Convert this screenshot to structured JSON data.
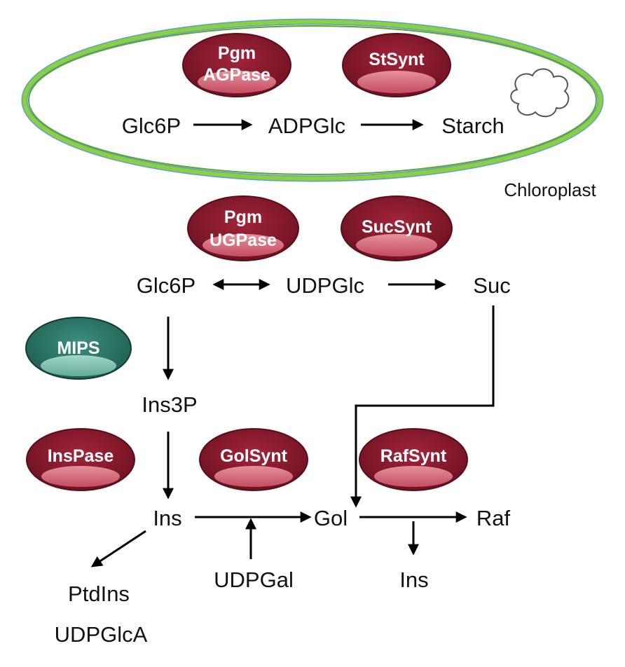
{
  "compartment": {
    "label": "Chloroplast",
    "border_color": "#7dc241"
  },
  "enzymes": {
    "pgm_agpase": {
      "line1": "Pgm",
      "line2": "AGPase",
      "color": "#8b1a2b"
    },
    "stsynt": {
      "label": "StSynt",
      "color": "#8b1a2b"
    },
    "pgm_ugpase": {
      "line1": "Pgm",
      "line2": "UGPase",
      "color": "#8b1a2b"
    },
    "sucsynt": {
      "label": "SucSynt",
      "color": "#8b1a2b"
    },
    "mips": {
      "label": "MIPS",
      "color": "#2e7a6a"
    },
    "inspase": {
      "label": "InsPase",
      "color": "#8b1a2b"
    },
    "golsynt": {
      "label": "GolSynt",
      "color": "#8b1a2b"
    },
    "rafsynt": {
      "label": "RafSynt",
      "color": "#8b1a2b"
    }
  },
  "metabolites": {
    "chl_glc6p": "Glc6P",
    "chl_adpglc": "ADPGlc",
    "starch": "Starch",
    "glc6p": "Glc6P",
    "udpglc": "UDPGlc",
    "suc": "Suc",
    "ins3p": "Ins3P",
    "ins": "Ins",
    "gol": "Gol",
    "raf": "Raf",
    "udpgal": "UDPGal",
    "ins_product": "Ins",
    "ptdins": "PtdIns",
    "udpglca": "UDPGlcA"
  }
}
